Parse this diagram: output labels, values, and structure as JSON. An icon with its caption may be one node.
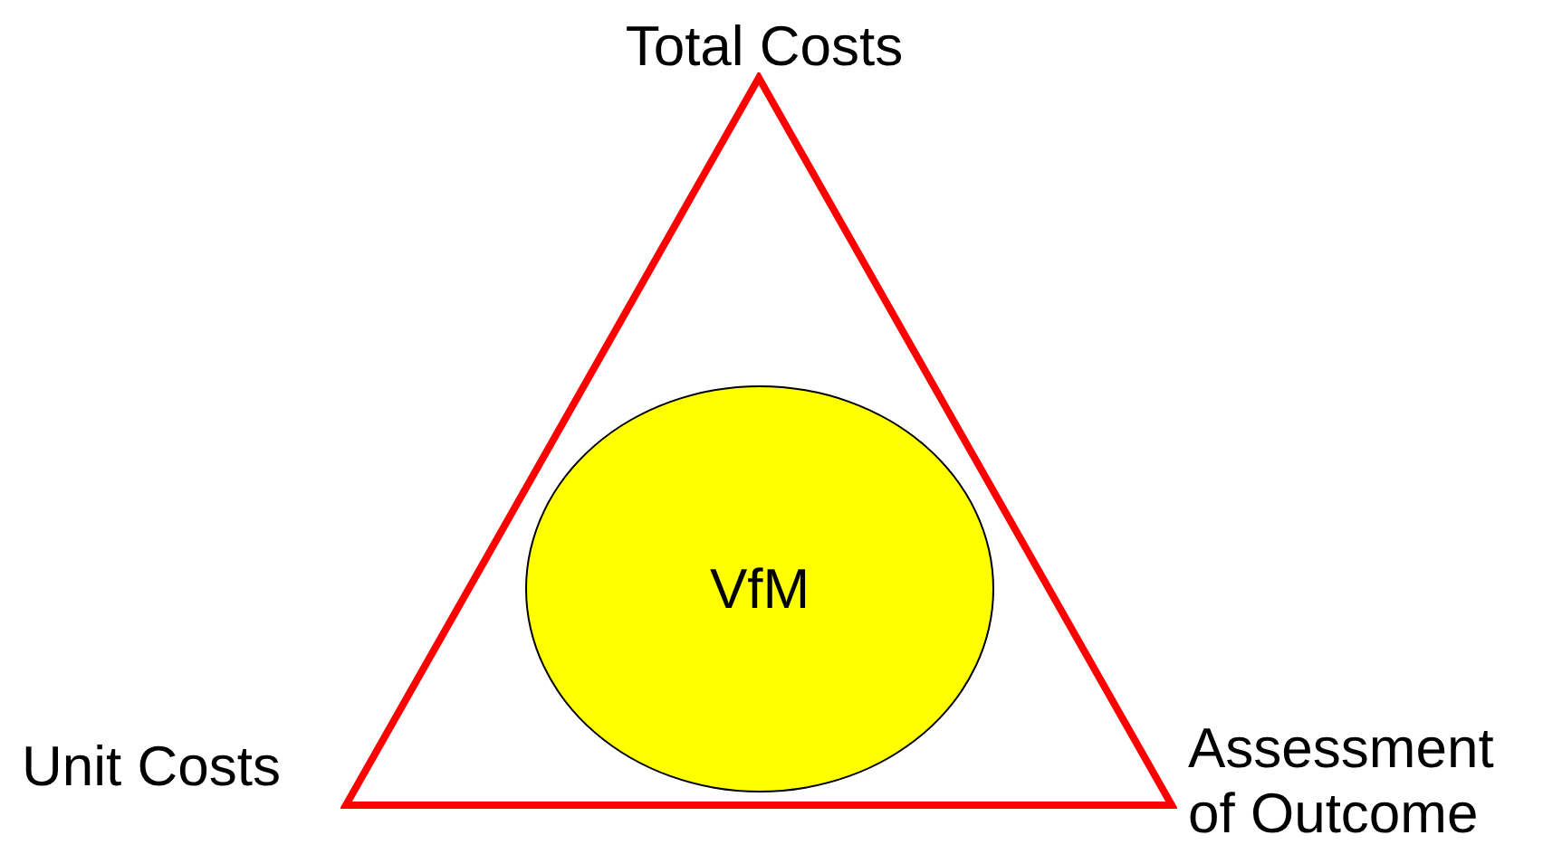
{
  "diagram": {
    "nodes": [
      {
        "text": [],
        "shape": "triangle"
      },
      {
        "text": [
          "VfM"
        ],
        "in": 0
      }
    ],
    "labels": [
      "Total Costs",
      "Unit Costs",
      "Assessment of Outcome"
    ]
  }
}
